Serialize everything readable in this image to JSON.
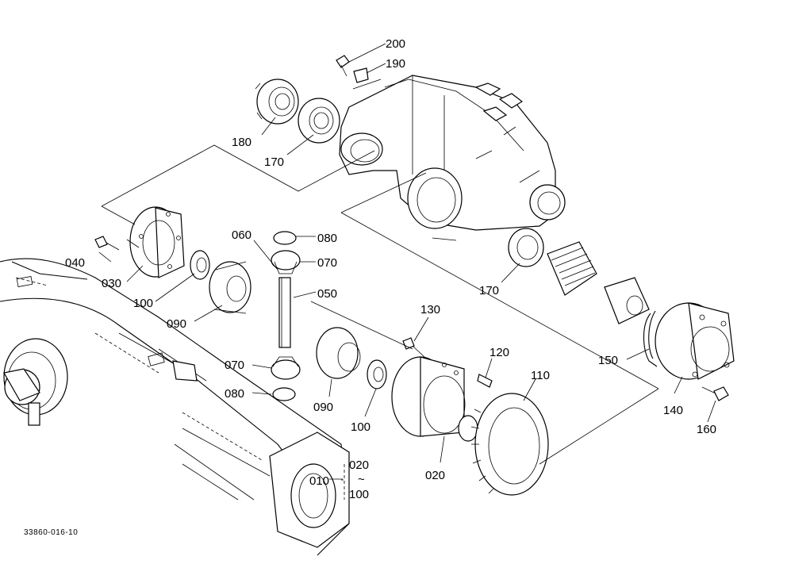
{
  "diagram": {
    "figure_code": "33860-016-10",
    "labels": {
      "p200": "200",
      "p190": "190",
      "p180": "180",
      "p170a": "170",
      "p170b": "170",
      "p060": "060",
      "p080a": "080",
      "p070a": "070",
      "p040": "040",
      "p030": "030",
      "p100a": "100",
      "p090a": "090",
      "p050": "050",
      "p130": "130",
      "p120": "120",
      "p110": "110",
      "p150": "150",
      "p140": "140",
      "p160": "160",
      "p070b": "070",
      "p080b": "080",
      "p090b": "090",
      "p100b": "100",
      "p020a": "020",
      "p010": "010",
      "p020b": "020",
      "p100c": "100",
      "tilde": "~"
    }
  }
}
